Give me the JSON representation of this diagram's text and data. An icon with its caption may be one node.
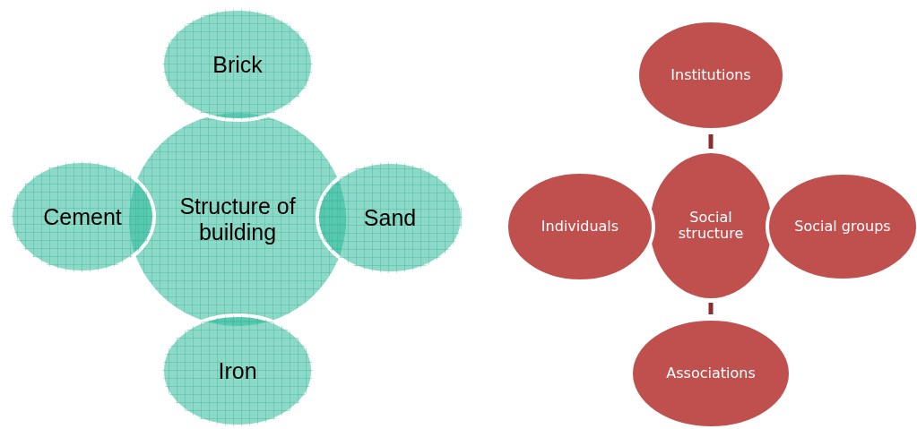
{
  "diagram": {
    "nodes": [
      {
        "text": [
          "Structure of building"
        ]
      },
      {
        "text": [
          "Brick"
        ]
      },
      {
        "text": [
          "Cement"
        ]
      },
      {
        "text": [
          "Sand"
        ]
      },
      {
        "text": [
          "Iron"
        ]
      },
      {
        "text": [
          "Social structure"
        ]
      },
      {
        "text": [
          "Institutions"
        ]
      },
      {
        "text": [
          "Individuals"
        ]
      },
      {
        "text": [
          "Social groups"
        ]
      },
      {
        "text": [
          "Associations"
        ]
      }
    ],
    "edges": [
      {
        "from": 6,
        "to": 5,
        "arrow": "none"
      },
      {
        "from": 5,
        "to": 9,
        "arrow": "none"
      }
    ]
  }
}
